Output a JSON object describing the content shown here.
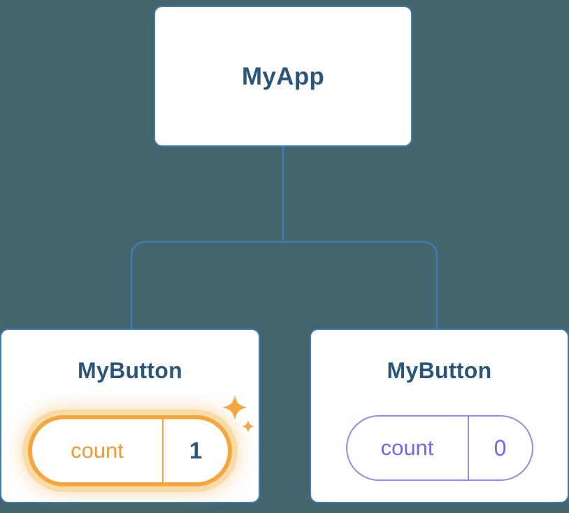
{
  "theme": {
    "background": "#45656E",
    "line": "#3E7CB1",
    "card_bg": "#FFFFFF",
    "card_border": "#3E7CB1",
    "title": "#2B567A",
    "orange_border": "#F4A63F",
    "orange_glow": "#F8DCA8",
    "orange_text": "#EE9B33",
    "indigo_border": "#8E8CF0",
    "indigo_text": "#6D68EE",
    "value_dark": "#2B567A"
  },
  "tree": {
    "root": {
      "label": "MyApp"
    },
    "children": [
      {
        "label": "MyButton",
        "state": {
          "name": "count",
          "value": "1"
        },
        "highlighted": true
      },
      {
        "label": "MyButton",
        "state": {
          "name": "count",
          "value": "0"
        },
        "highlighted": false
      }
    ]
  },
  "icons": {
    "sparkle": "sparkle-icon (four-pointed star, orange)"
  }
}
